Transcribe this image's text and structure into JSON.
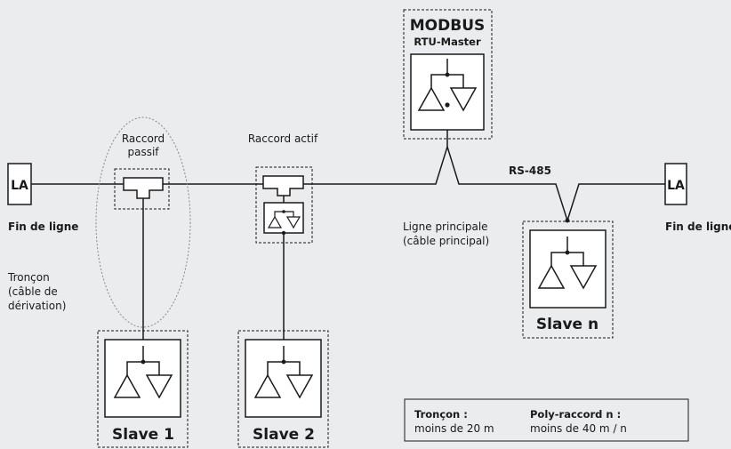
{
  "master": {
    "title": "MODBUS",
    "subtitle": "RTU-Master"
  },
  "terminators": {
    "left": {
      "box": "LA",
      "caption": "Fin de ligne"
    },
    "right": {
      "box": "LA",
      "caption": "Fin de ligne"
    }
  },
  "passive": {
    "line1": "Raccord",
    "line2": "passif"
  },
  "active": {
    "label": "Raccord actif"
  },
  "bus": {
    "label": "RS-485"
  },
  "main_line": {
    "line1": "Ligne principale",
    "line2": "(câble principal)"
  },
  "stub": {
    "line1": "Tronçon",
    "line2": "(câble de",
    "line3": "dérivation)"
  },
  "slaves": {
    "s1": "Slave 1",
    "s2": "Slave 2",
    "sn": "Slave n"
  },
  "legend": {
    "col1_title": "Tronçon :",
    "col1_value": "moins de 20 m",
    "col2_title": "Poly-raccord n :",
    "col2_value": "moins de 40 m / n"
  }
}
